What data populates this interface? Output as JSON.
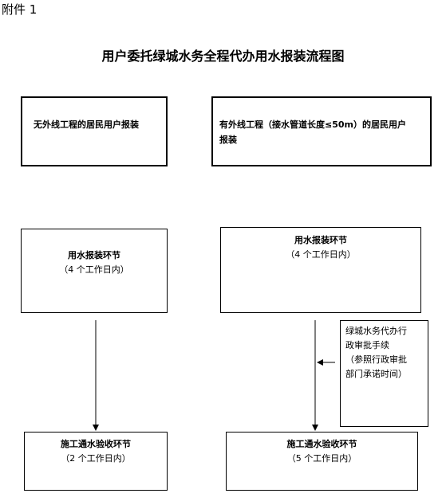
{
  "header": {
    "attachment_label": "附件 1",
    "title": "用户委托绿城水务全程代办用水报装流程图"
  },
  "left_path": {
    "category": "无外线工程的居民用户报装",
    "step1_title": "用水报装环节",
    "step1_time": "（4 个工作日内）",
    "step2_title": "施工通水验收环节",
    "step2_time": "（2 个工作日内）"
  },
  "right_path": {
    "category_line1": "有外线工程（接水管道长度≤50m）的居民用户",
    "category_line2": "报装",
    "step1_title": "用水报装环节",
    "step1_time": "（4 个工作日内）",
    "step2_title": "施工通水验收环节",
    "step2_time": "（5 个工作日内）"
  },
  "side_note": {
    "line1": "绿城水务代办行",
    "line2": "政审批手续",
    "line3": "（参照行政审批",
    "line4": "部门承诺时间）"
  }
}
